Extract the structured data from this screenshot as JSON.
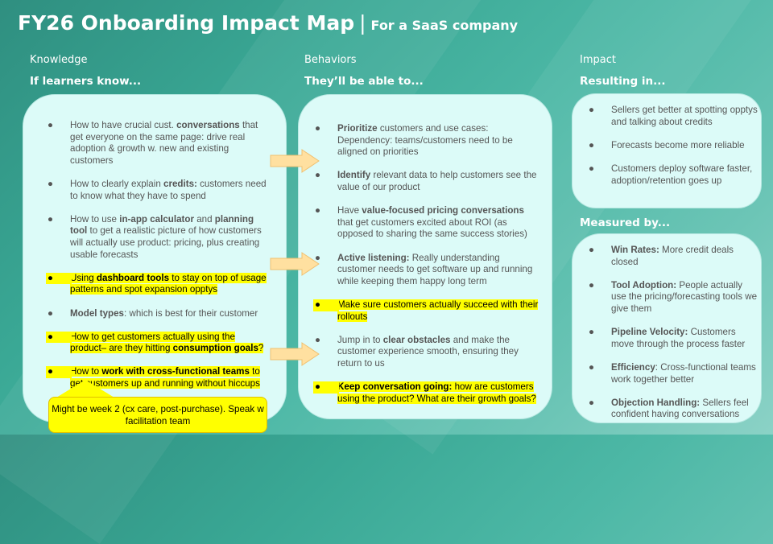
{
  "title": {
    "main": "FY26 Onboarding Impact Map",
    "separator": "|",
    "subtitle": "For a SaaS company"
  },
  "columns": {
    "knowledge": {
      "kicker": "Knowledge",
      "subtitle": "If learners know..."
    },
    "behaviors": {
      "kicker": "Behaviors",
      "subtitle": "They’ll be able to..."
    },
    "impact": {
      "kicker": "Impact",
      "subtitle": "Resulting in..."
    },
    "measured": {
      "subtitle": "Measured by..."
    }
  },
  "knowledge_items": [
    {
      "highlight": false,
      "segments": [
        {
          "t": "How to have crucial cust. "
        },
        {
          "t": "conversations",
          "b": true
        },
        {
          "t": " that get everyone on the same page: drive real adoption & growth w. new and existing customers"
        }
      ]
    },
    {
      "highlight": false,
      "segments": [
        {
          "t": "How to clearly explain "
        },
        {
          "t": "credits:",
          "b": true
        },
        {
          "t": " customers need to know what they have to spend"
        }
      ]
    },
    {
      "highlight": false,
      "segments": [
        {
          "t": "How to use "
        },
        {
          "t": "in-app calculator",
          "b": true
        },
        {
          "t": " and "
        },
        {
          "t": "planning tool",
          "b": true
        },
        {
          "t": " to get a realistic picture of how customers will actually use product: pricing, plus creating usable forecasts"
        }
      ]
    },
    {
      "highlight": true,
      "segments": [
        {
          "t": "Using "
        },
        {
          "t": "dashboard tools",
          "b": true
        },
        {
          "t": " to stay on top of usage patterns and spot expansion opptys"
        }
      ]
    },
    {
      "highlight": false,
      "segments": [
        {
          "t": "Model types",
          "b": true
        },
        {
          "t": ": which is best for their customer"
        }
      ]
    },
    {
      "highlight": true,
      "segments": [
        {
          "t": "How to get customers actually using the product– are they hitting "
        },
        {
          "t": "consumption goals",
          "b": true
        },
        {
          "t": "?"
        }
      ]
    },
    {
      "highlight": true,
      "segments": [
        {
          "t": "How to "
        },
        {
          "t": "work with cross-functional teams",
          "b": true
        },
        {
          "t": " to get customers up and running without hiccups"
        }
      ]
    }
  ],
  "behavior_items": [
    {
      "highlight": false,
      "segments": [
        {
          "t": "Prioritize",
          "b": true
        },
        {
          "t": " customers and use cases: Dependency: teams/customers need to be aligned on priorities"
        }
      ]
    },
    {
      "highlight": false,
      "segments": [
        {
          "t": "Identify",
          "b": true
        },
        {
          "t": " relevant data to help customers see the value of our product"
        }
      ]
    },
    {
      "highlight": false,
      "segments": [
        {
          "t": "Have "
        },
        {
          "t": "value-focused pricing conversations",
          "b": true
        },
        {
          "t": " that get customers excited about ROI (as opposed to sharing the same success stories)"
        }
      ]
    },
    {
      "highlight": false,
      "segments": [
        {
          "t": "Active listening:",
          "b": true
        },
        {
          "t": " Really understanding customer needs to get software up and running while keeping them happy long term"
        }
      ]
    },
    {
      "highlight": true,
      "segments": [
        {
          "t": "Make sure customers actually succeed with their rollouts"
        }
      ]
    },
    {
      "highlight": false,
      "segments": [
        {
          "t": "Jump in to "
        },
        {
          "t": "clear obstacles",
          "b": true
        },
        {
          "t": " and make the customer experience smooth, ensuring they return to us"
        }
      ]
    },
    {
      "highlight": true,
      "segments": [
        {
          "t": "Keep conversation going:",
          "b": true
        },
        {
          "t": " how are customers using the product? What are their growth goals?"
        }
      ]
    }
  ],
  "impact_items": [
    {
      "highlight": false,
      "segments": [
        {
          "t": "Sellers get better at spotting opptys and talking about credits"
        }
      ]
    },
    {
      "highlight": false,
      "segments": [
        {
          "t": "Forecasts become more reliable"
        }
      ]
    },
    {
      "highlight": false,
      "segments": [
        {
          "t": "Customers deploy software faster, adoption/retention goes up"
        }
      ]
    }
  ],
  "measured_items": [
    {
      "highlight": false,
      "segments": [
        {
          "t": "Win Rates:",
          "b": true
        },
        {
          "t": " More credit deals closed"
        }
      ]
    },
    {
      "highlight": false,
      "segments": [
        {
          "t": "Tool Adoption:",
          "b": true
        },
        {
          "t": " People actually use the pricing/forecasting tools we give them"
        }
      ]
    },
    {
      "highlight": false,
      "segments": [
        {
          "t": "Pipeline Velocity:",
          "b": true
        },
        {
          "t": " Customers move through the process faster"
        }
      ]
    },
    {
      "highlight": false,
      "segments": [
        {
          "t": "Efficiency",
          "b": true
        },
        {
          "t": ": Cross-functional teams work together better"
        }
      ]
    },
    {
      "highlight": false,
      "segments": [
        {
          "t": "Objection Handling:",
          "b": true
        },
        {
          "t": " Sellers feel confident having conversations"
        }
      ]
    }
  ],
  "bullet": "●",
  "callout": {
    "text": "Might be week 2 (cx care, post-purchase). Speak w facilitation team"
  },
  "colors": {
    "panel": "#dcfbf8",
    "highlight": "#ffff00",
    "arrow": "#ffe0a0"
  }
}
